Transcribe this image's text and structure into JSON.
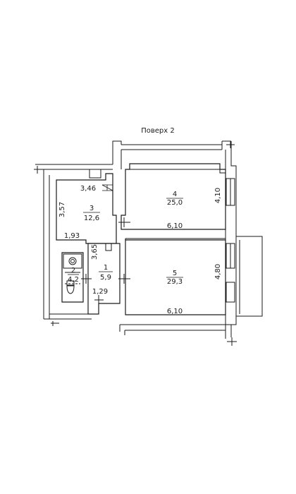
{
  "title": "Поверх 2",
  "rooms": [
    {
      "id": "1",
      "area": "5,9"
    },
    {
      "id": "2",
      "area": "4,2"
    },
    {
      "id": "3",
      "area": "12,6"
    },
    {
      "id": "4",
      "area": "25,0"
    },
    {
      "id": "5",
      "area": "29,3"
    }
  ],
  "dimensions": {
    "d346": "3,46",
    "d357": "3,57",
    "d193": "1,93",
    "d365": "3,65",
    "d129": "1,29",
    "d410": "4,10",
    "d610a": "6,10",
    "d480": "4,80",
    "d610b": "6,10"
  }
}
